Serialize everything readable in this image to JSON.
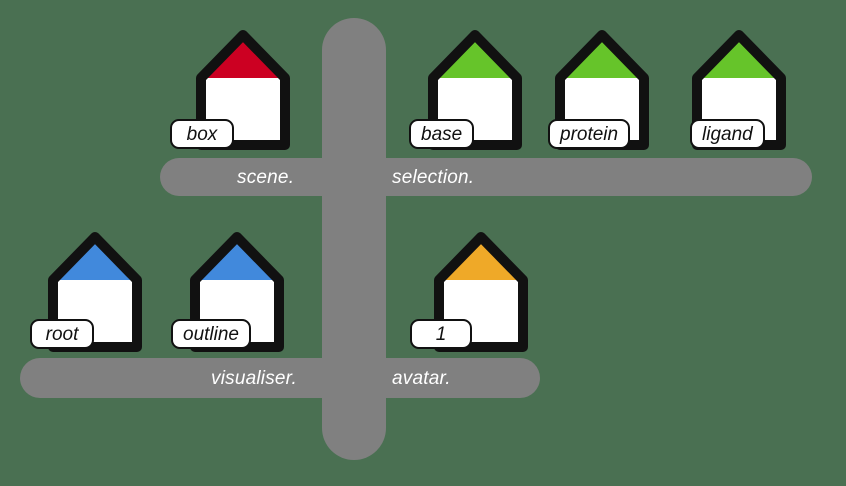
{
  "diagram": {
    "title": "UML-style package and class diagram",
    "background_color": "#4A7052",
    "bar_color": "#808080",
    "stroke_color": "#111111",
    "node_fill": "#FFFFFF"
  },
  "packages": [
    {
      "id": "scene",
      "label": "scene.",
      "text_color": "#FFFFFF"
    },
    {
      "id": "selection",
      "label": "selection.",
      "text_color": "#FFFFFF"
    },
    {
      "id": "visualiser",
      "label": "visualiser.",
      "text_color": "#FFFFFF"
    },
    {
      "id": "avatar",
      "label": "avatar.",
      "text_color": "#FFFFFF"
    }
  ],
  "nodes": [
    {
      "id": "box",
      "label": "box",
      "package": "scene",
      "roof_color": "#CC0022"
    },
    {
      "id": "base",
      "label": "base",
      "package": "selection",
      "roof_color": "#66C42A"
    },
    {
      "id": "protein",
      "label": "protein",
      "package": "selection",
      "roof_color": "#66C42A"
    },
    {
      "id": "ligand",
      "label": "ligand",
      "package": "selection",
      "roof_color": "#66C42A"
    },
    {
      "id": "root",
      "label": "root",
      "package": "visualiser",
      "roof_color": "#4189DC"
    },
    {
      "id": "outline",
      "label": "outline",
      "package": "visualiser",
      "roof_color": "#4189DC"
    },
    {
      "id": "one",
      "label": "1",
      "package": "avatar",
      "roof_color": "#EFA928"
    }
  ]
}
